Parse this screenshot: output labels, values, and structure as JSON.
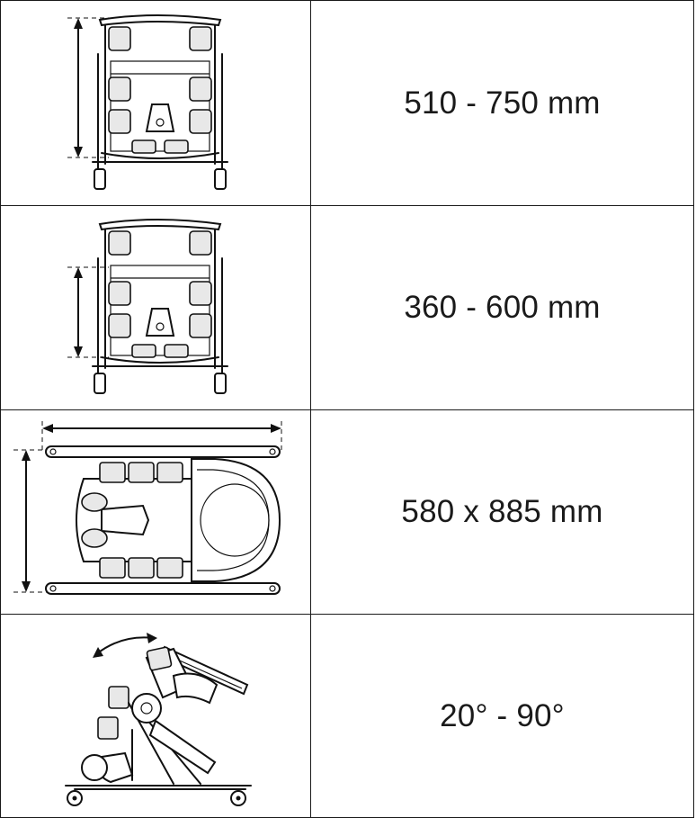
{
  "rows": [
    {
      "illustration": "stander-front-view-seat-height",
      "value": "510 - 750 mm"
    },
    {
      "illustration": "stander-front-view-chest-height",
      "value": "360 - 600 mm"
    },
    {
      "illustration": "stander-top-view-footprint",
      "value": "580 x 885 mm"
    },
    {
      "illustration": "stander-side-view-tilt-angle",
      "value": "20° - 90°"
    }
  ]
}
